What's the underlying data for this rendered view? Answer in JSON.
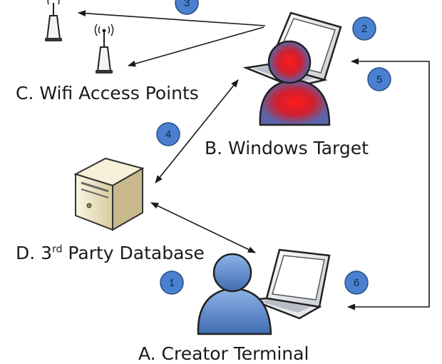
{
  "nodes": {
    "wifi_label": "C. Wifi Access Points",
    "target_label": "B. Windows Target",
    "db_label_prefix": "D. 3",
    "db_label_sup": "rd",
    "db_label_suffix": " Party Database",
    "attacker_label": "A. Creator Terminal"
  },
  "steps": [
    "1",
    "2",
    "3",
    "4",
    "5",
    "6"
  ],
  "colors": {
    "badge_fill": "#4a80d0",
    "person_blue": "#4f7fc4",
    "person_target_red": "#e01f1f",
    "person_target_base": "#5b64a8",
    "server_tan": "#efe6c8",
    "arrow": "#1a1a1a"
  },
  "icons": [
    "wifi-access-point-icon",
    "laptop-icon",
    "person-icon",
    "server-icon"
  ]
}
